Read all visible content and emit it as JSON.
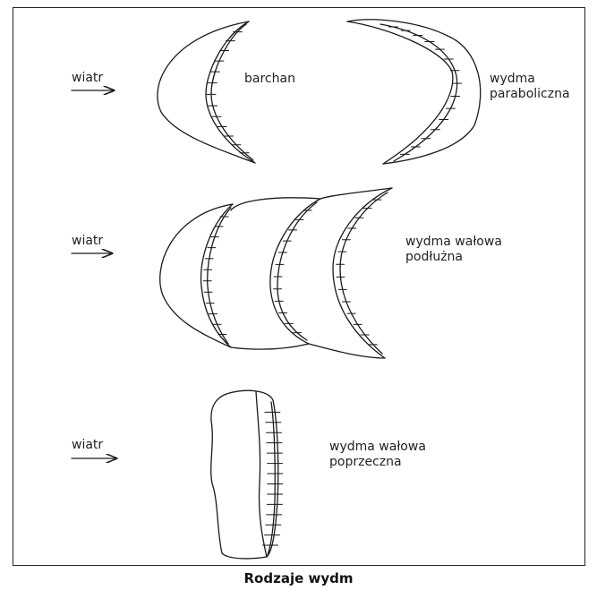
{
  "caption": "Rodzaje wydm",
  "rows": [
    {
      "wind_label": "wiatr",
      "dunes": [
        {
          "name": "barchan",
          "label_lines": [
            "barchan"
          ]
        },
        {
          "name": "parabolic",
          "label_lines": [
            "wydma",
            "paraboliczna"
          ]
        }
      ]
    },
    {
      "wind_label": "wiatr",
      "dunes": [
        {
          "name": "longitudinal",
          "label_lines": [
            "wydma wałowa",
            "podłużna"
          ]
        }
      ]
    },
    {
      "wind_label": "wiatr",
      "dunes": [
        {
          "name": "transverse",
          "label_lines": [
            "wydma wałowa",
            "poprzeczna"
          ]
        }
      ]
    }
  ],
  "colors": {
    "line": "#1a1a1a",
    "background": "#ffffff"
  }
}
